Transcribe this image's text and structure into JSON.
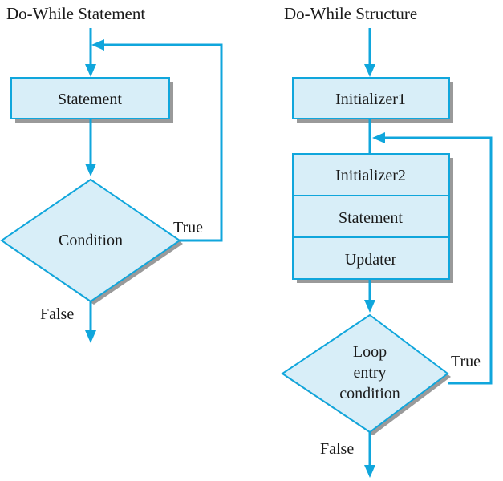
{
  "left": {
    "title": "Do-While Statement",
    "box_label": "Statement",
    "decision_label": "Condition",
    "true_label": "True",
    "false_label": "False"
  },
  "right": {
    "title": "Do-While Structure",
    "box1_label": "Initializer1",
    "stack_labels": [
      "Initializer2",
      "Statement",
      "Updater"
    ],
    "decision_lines": [
      "Loop",
      "entry",
      "condition"
    ],
    "true_label": "True",
    "false_label": "False"
  },
  "colors": {
    "flow_line": "#10a6dc",
    "box_fill": "#d8eef8",
    "shadow": "#9a9a9a"
  }
}
